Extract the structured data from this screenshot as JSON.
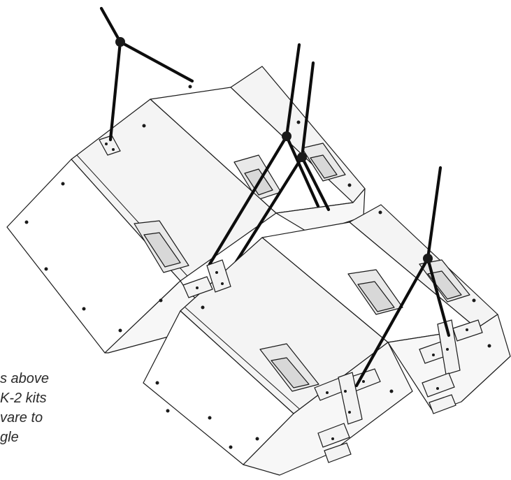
{
  "caption": {
    "lines": [
      "s above",
      "K-2 kits",
      "vare to",
      "gle"
    ]
  },
  "colors": {
    "outline": "#1a1a1a",
    "cable": "#0d0d0d",
    "panel_light": "#ffffff",
    "panel_shade": "#f4f4f4",
    "caption_text": "#2a2a2a"
  }
}
